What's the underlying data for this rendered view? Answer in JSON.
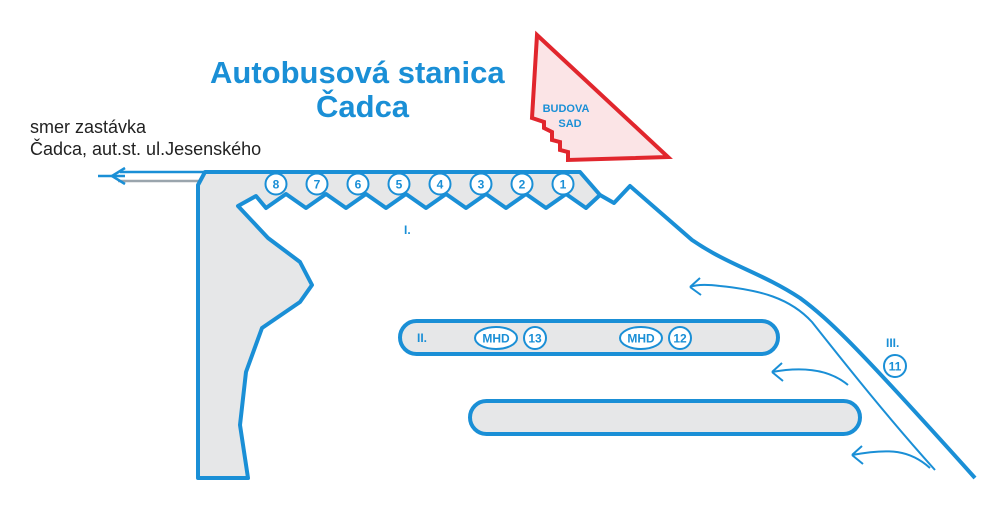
{
  "title": {
    "line1": "Autobusová stanica",
    "line2": "Čadca"
  },
  "direction": {
    "line1": "smer zastávka",
    "line2": "Čadca, aut.st. ul.Jesenského"
  },
  "building": {
    "line1": "BUDOVA",
    "line2": "SAD"
  },
  "platforms": {
    "I": {
      "label": "I.",
      "stands": [
        "8",
        "7",
        "6",
        "5",
        "4",
        "3",
        "2",
        "1"
      ]
    },
    "II": {
      "label": "II.",
      "stops": [
        {
          "type": "MHD",
          "number": "13"
        },
        {
          "type": "MHD",
          "number": "12"
        }
      ]
    },
    "III": {
      "label": "III.",
      "stand": "11"
    }
  },
  "colors": {
    "line_blue": "#1a8fd6",
    "platform_fill": "#e6e7e8",
    "building_stroke": "#e1262d",
    "building_fill": "#fbe4e6",
    "exit_arrow_gray": "#9aa5ad"
  }
}
